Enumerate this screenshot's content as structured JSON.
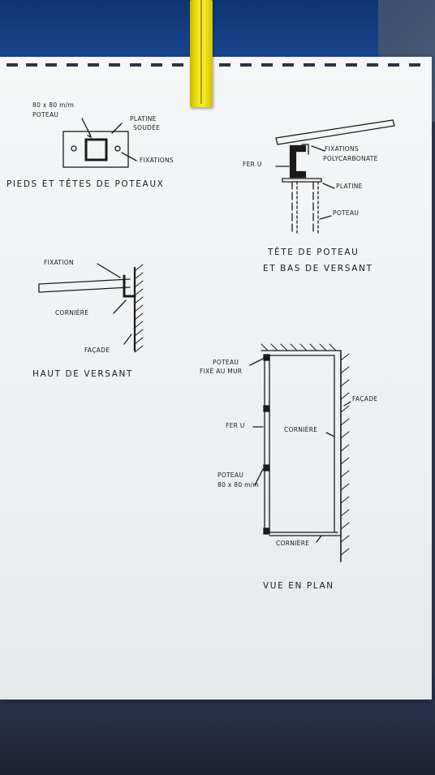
{
  "labels": {
    "dim_top": "80 x 80 m/m",
    "poteau_top": "POTEAU",
    "platine_soudee_1": "PLATINE",
    "platine_soudee_2": "SOUDÉE",
    "fixations_left": "FIXATIONS",
    "title_pieds": "PIEDS ET TÊTES DE POTEAUX",
    "fixations_poly_1": "FIXATIONS",
    "fixations_poly_2": "POLYCARBONATE",
    "fer_u": "FER U",
    "platine": "PLATINE",
    "poteau_right": "POTEAU",
    "title_tete_1": "TÊTE DE POTEAU",
    "title_tete_2": "ET BAS DE VERSANT",
    "fixation": "FIXATION",
    "corniere_left": "CORNIÈRE",
    "facade_left": "FAÇADE",
    "title_haut": "HAUT DE VERSANT",
    "poteau_fixe_1": "POTEAU",
    "poteau_fixe_2": "FIXÉ AU MUR",
    "facade_plan": "FAÇADE",
    "fer_u_plan": "FER U",
    "corniere_plan_right": "CORNIÈRE",
    "poteau_plan_1": "POTEAU",
    "poteau_plan_2": "80 x 80 m/m",
    "corniere_plan_bottom": "CORNIÈRE",
    "title_vue": "VUE EN PLAN"
  },
  "colors": {
    "ink": "#1b1b1b",
    "paper": "#f1f4f5",
    "clip": "#f3e31a",
    "fabric_top": "#1a4690",
    "fabric_bottom": "#253146"
  }
}
